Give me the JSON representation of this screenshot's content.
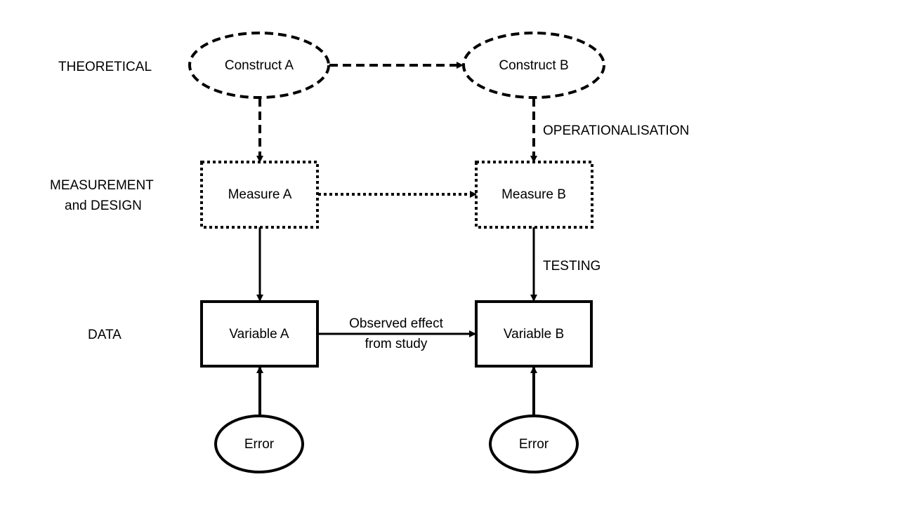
{
  "colors": {
    "stroke": "#000000",
    "background": "#ffffff",
    "text": "#000000"
  },
  "row_labels": {
    "theoretical": "THEORETICAL",
    "measurement_line1": "MEASUREMENT",
    "measurement_line2": "and DESIGN",
    "data": "DATA"
  },
  "nodes": {
    "construct_a": {
      "label": "Construct A",
      "shape": "ellipse",
      "border": "dashed"
    },
    "construct_b": {
      "label": "Construct B",
      "shape": "ellipse",
      "border": "dashed"
    },
    "measure_a": {
      "label": "Measure A",
      "shape": "rectangle",
      "border": "dotted"
    },
    "measure_b": {
      "label": "Measure B",
      "shape": "rectangle",
      "border": "dotted"
    },
    "variable_a": {
      "label": "Variable A",
      "shape": "rectangle",
      "border": "solid"
    },
    "variable_b": {
      "label": "Variable B",
      "shape": "rectangle",
      "border": "solid"
    },
    "error_a": {
      "label": "Error",
      "shape": "ellipse",
      "border": "solid"
    },
    "error_b": {
      "label": "Error",
      "shape": "ellipse",
      "border": "solid"
    }
  },
  "edges": [
    {
      "from": "construct_a",
      "to": "construct_b",
      "style": "dashed"
    },
    {
      "from": "construct_a",
      "to": "measure_a",
      "style": "dashed"
    },
    {
      "from": "construct_b",
      "to": "measure_b",
      "style": "dashed"
    },
    {
      "from": "measure_a",
      "to": "measure_b",
      "style": "dotted"
    },
    {
      "from": "measure_a",
      "to": "variable_a",
      "style": "solid"
    },
    {
      "from": "measure_b",
      "to": "variable_b",
      "style": "solid"
    },
    {
      "from": "variable_a",
      "to": "variable_b",
      "style": "solid"
    },
    {
      "from": "error_a",
      "to": "variable_a",
      "style": "solid"
    },
    {
      "from": "error_b",
      "to": "variable_b",
      "style": "solid"
    }
  ],
  "edge_labels": {
    "operationalisation": "OPERATIONALISATION",
    "testing": "TESTING",
    "observed_line1": "Observed effect",
    "observed_line2": "from study"
  }
}
